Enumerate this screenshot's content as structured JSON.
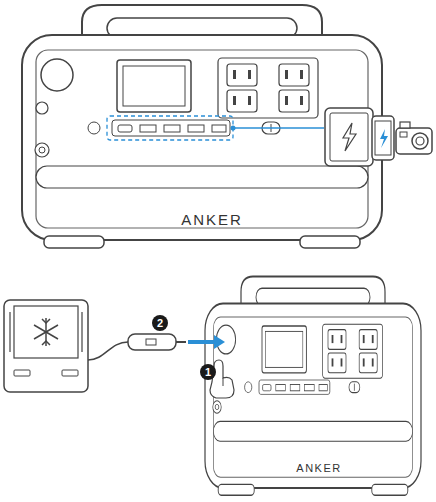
{
  "diagram": {
    "labels": [
      "ANKER",
      "ANKER",
      "2",
      "1"
    ]
  }
}
